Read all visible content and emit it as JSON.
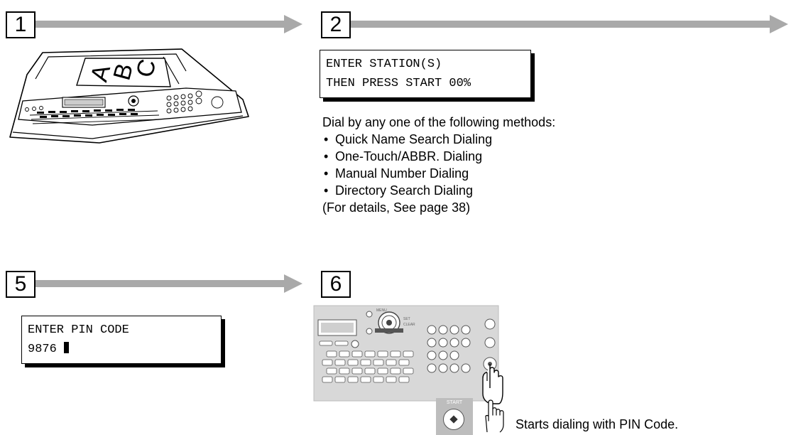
{
  "steps": [
    {
      "number": "1"
    },
    {
      "number": "2"
    },
    {
      "number": "5"
    },
    {
      "number": "6"
    }
  ],
  "step2": {
    "display_line1": "ENTER STATION(S)",
    "display_line2": "THEN PRESS START 00%",
    "intro": "Dial by any one of the following methods:",
    "methods": [
      "Quick Name Search Dialing",
      "One-Touch/ABBR. Dialing",
      "Manual Number Dialing",
      "Directory Search Dialing"
    ],
    "details_note": "(For details, See page 38)"
  },
  "step5": {
    "display_line1": "ENTER PIN CODE",
    "display_line2": "9876"
  },
  "step6": {
    "start_key_label": "START",
    "caption": "Starts dialing with PIN Code."
  },
  "colors": {
    "arrow": "#a9a9a9",
    "panel": "#d8d8d8"
  }
}
